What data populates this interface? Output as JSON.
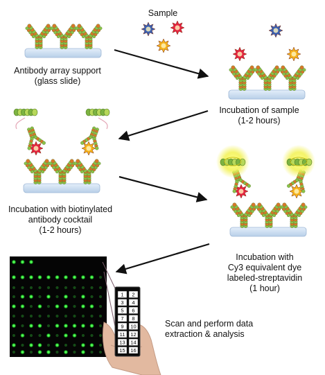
{
  "sample_label": "Sample",
  "steps": [
    {
      "lines": [
        "Antibody array support",
        "(glass slide)"
      ]
    },
    {
      "lines": [
        "Incubation of sample",
        "(1-2 hours)"
      ]
    },
    {
      "lines": [
        "Incubation with biotinylated",
        "antibody cocktail",
        "(1-2 hours)"
      ]
    },
    {
      "lines": [
        "Incubation with",
        "Cy3 equivalent dye",
        "labeled-streptavidin",
        "(1 hour)"
      ]
    },
    {
      "lines": [
        "Scan and perform data",
        "extraction & analysis"
      ]
    }
  ],
  "array_numbers": [
    "1",
    "2",
    "3",
    "4",
    "5",
    "6",
    "7",
    "8",
    "9",
    "10",
    "11",
    "12",
    "13",
    "14",
    "15",
    "16"
  ],
  "colors": {
    "antibody_green": "#8bc34a",
    "antibody_orange": "#d9772a",
    "slide": "#cfe0f2",
    "antigen_red": "#e5243f",
    "antigen_yellow": "#f5b21c",
    "antigen_blue": "#3a5fb0",
    "dye_glow": "#f3f25a",
    "spot_green": "#29e02f",
    "arrow": "#111111"
  }
}
